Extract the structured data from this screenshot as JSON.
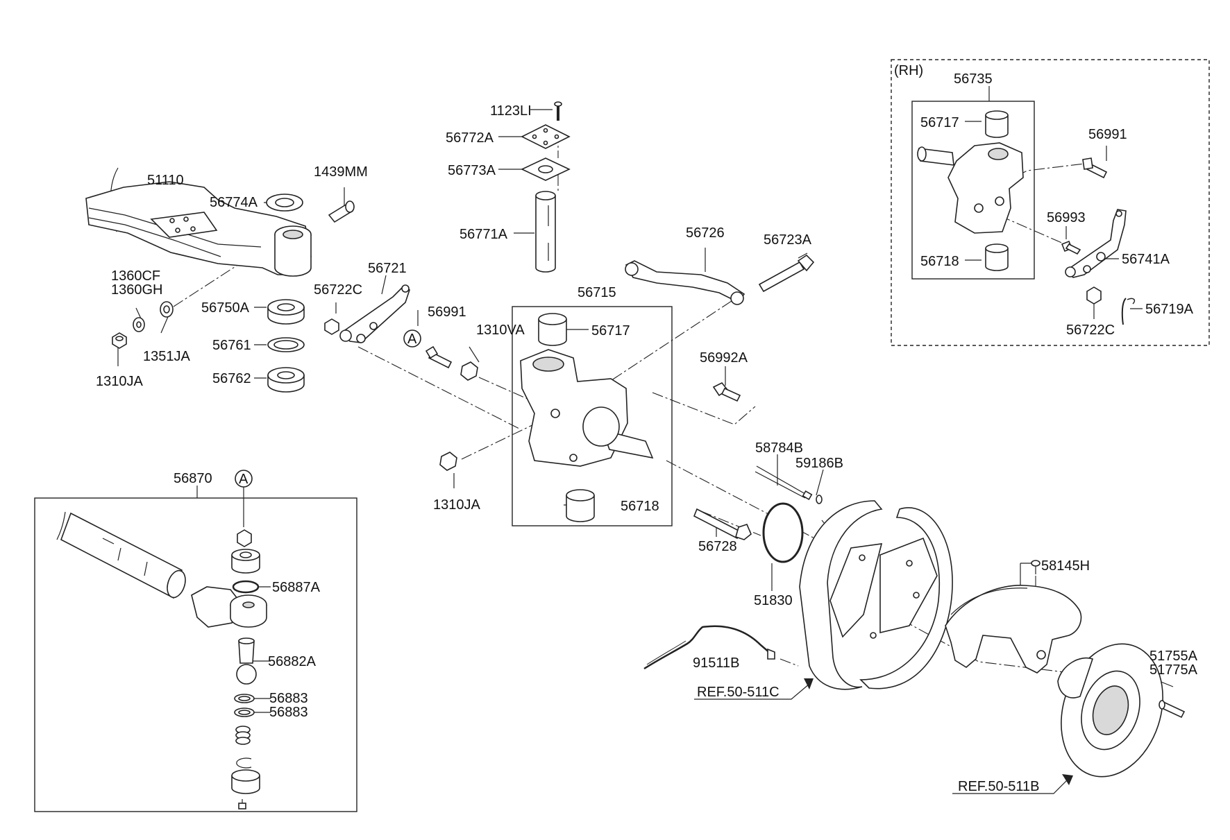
{
  "labels": {
    "p51110": "51110",
    "p1439MM": "1439MM",
    "p56774A": "56774A",
    "p1360CF": "1360CF",
    "p1360GH": "1360GH",
    "p56750A": "56750A",
    "p1351JA": "1351JA",
    "p1310JA_top": "1310JA",
    "p56761": "56761",
    "p56762": "56762",
    "p1123LI": "1123LI",
    "p56772A": "56772A",
    "p56773A": "56773A",
    "p56771A": "56771A",
    "p56721": "56721",
    "p56722C": "56722C",
    "p56991": "56991",
    "p1310VA": "1310VA",
    "ref_a_top": "A",
    "p56715": "56715",
    "p56717": "56717",
    "p56718": "56718",
    "p1310JA_mid": "1310JA",
    "p56726": "56726",
    "p56723A": "56723A",
    "p56992A": "56992A",
    "p58784B": "58784B",
    "p59186B": "59186B",
    "p56728": "56728",
    "p51830": "51830",
    "p91511B": "91511B",
    "ref_50_511C": "REF.50-511C",
    "p58145H": "58145H",
    "p51755A": "51755A",
    "p51775A": "51775A",
    "ref_50_511B": "REF.50-511B",
    "p56870": "56870",
    "ref_a_bottom": "A",
    "p56887A": "56887A",
    "p56882A": "56882A",
    "p56883_a": "56883",
    "p56883_b": "56883",
    "rh_tag": "(RH)",
    "rh_56735": "56735",
    "rh_56717": "56717",
    "rh_56718": "56718",
    "rh_56991": "56991",
    "rh_56993": "56993",
    "rh_56741A": "56741A",
    "rh_56722C": "56722C",
    "rh_56719A": "56719A"
  }
}
